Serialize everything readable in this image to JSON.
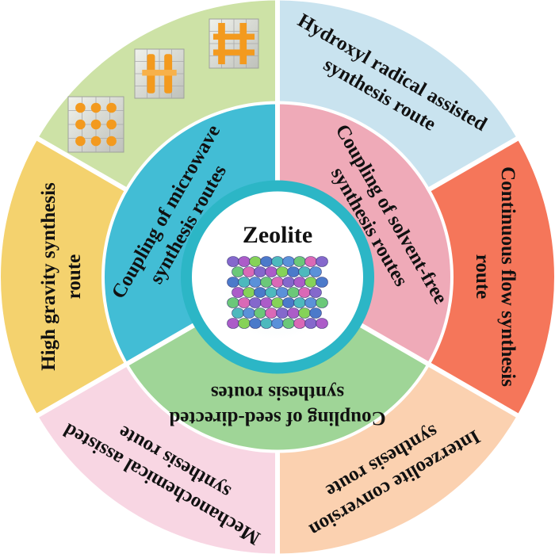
{
  "center": {
    "title": "Zeolite"
  },
  "inner_ring": [
    {
      "id": "microwave",
      "lines": [
        "Coupling of microwave",
        "synthesis routes"
      ]
    },
    {
      "id": "solvent-free",
      "lines": [
        "Coupling of solvent-free",
        "synthesis routes"
      ]
    },
    {
      "id": "seed-directed",
      "lines": [
        "Coupling of seed-directed",
        "synthesis routes"
      ]
    }
  ],
  "outer_ring": [
    {
      "id": "hydroxyl",
      "lines": [
        "Hydroxyl radical assisted",
        "synthesis route"
      ]
    },
    {
      "id": "continuous-flow",
      "lines": [
        "Continuous flow synthesis",
        "route"
      ]
    },
    {
      "id": "interzeolite",
      "lines": [
        "Interzeolite conversion",
        "synthesis route"
      ]
    },
    {
      "id": "mechanochemical",
      "lines": [
        "Mechanochemical assisted",
        "synthesis route"
      ]
    },
    {
      "id": "high-gravity",
      "lines": [
        "High gravity synthesis",
        "route"
      ]
    },
    {
      "id": "crystal-images",
      "lines": []
    }
  ],
  "colors": {
    "hydroxyl": "#c9e3ef",
    "continuous-flow": "#f5765a",
    "interzeolite": "#fbd1b0",
    "mechanochemical": "#f8d6e3",
    "high-gravity": "#f4d26e",
    "crystal-images": "#cde2a6",
    "microwave": "#42bdd5",
    "solvent-free": "#efaab8",
    "seed-directed": "#9fd597",
    "center-ring": "#2cb6c6",
    "center-fill": "#ffffff"
  }
}
